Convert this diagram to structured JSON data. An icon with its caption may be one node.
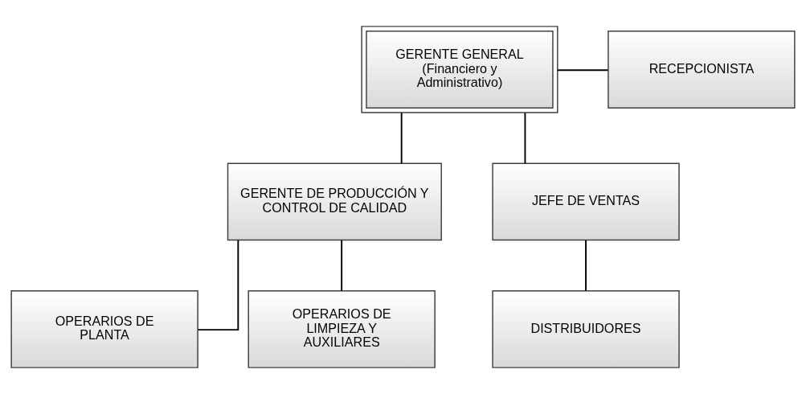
{
  "diagram": {
    "nodes": [
      {
        "text": [
          "GERENTE GENERAL (Financiero y Administrativo)"
        ]
      },
      {
        "text": [
          "RECEPCIONISTA"
        ]
      },
      {
        "text": [
          "GERENTE DE PRODUCCIÓN Y CONTROL DE CALIDAD"
        ]
      },
      {
        "text": [
          "JEFE DE VENTAS"
        ]
      },
      {
        "text": [
          "OPERARIOS DE PLANTA"
        ]
      },
      {
        "text": [
          "OPERARIOS DE LIMPIEZA Y AUXILIARES"
        ]
      },
      {
        "text": [
          "DISTRIBUIDORES"
        ]
      }
    ],
    "edges": [
      {
        "from": 0,
        "to": 1,
        "arrow": "none"
      },
      {
        "from": 0,
        "to": 2,
        "arrow": "none"
      },
      {
        "from": 0,
        "to": 3,
        "arrow": "none"
      },
      {
        "from": 2,
        "to": 4,
        "arrow": "none"
      },
      {
        "from": 2,
        "to": 5,
        "arrow": "none"
      },
      {
        "from": 3,
        "to": 6,
        "arrow": "none"
      }
    ]
  }
}
